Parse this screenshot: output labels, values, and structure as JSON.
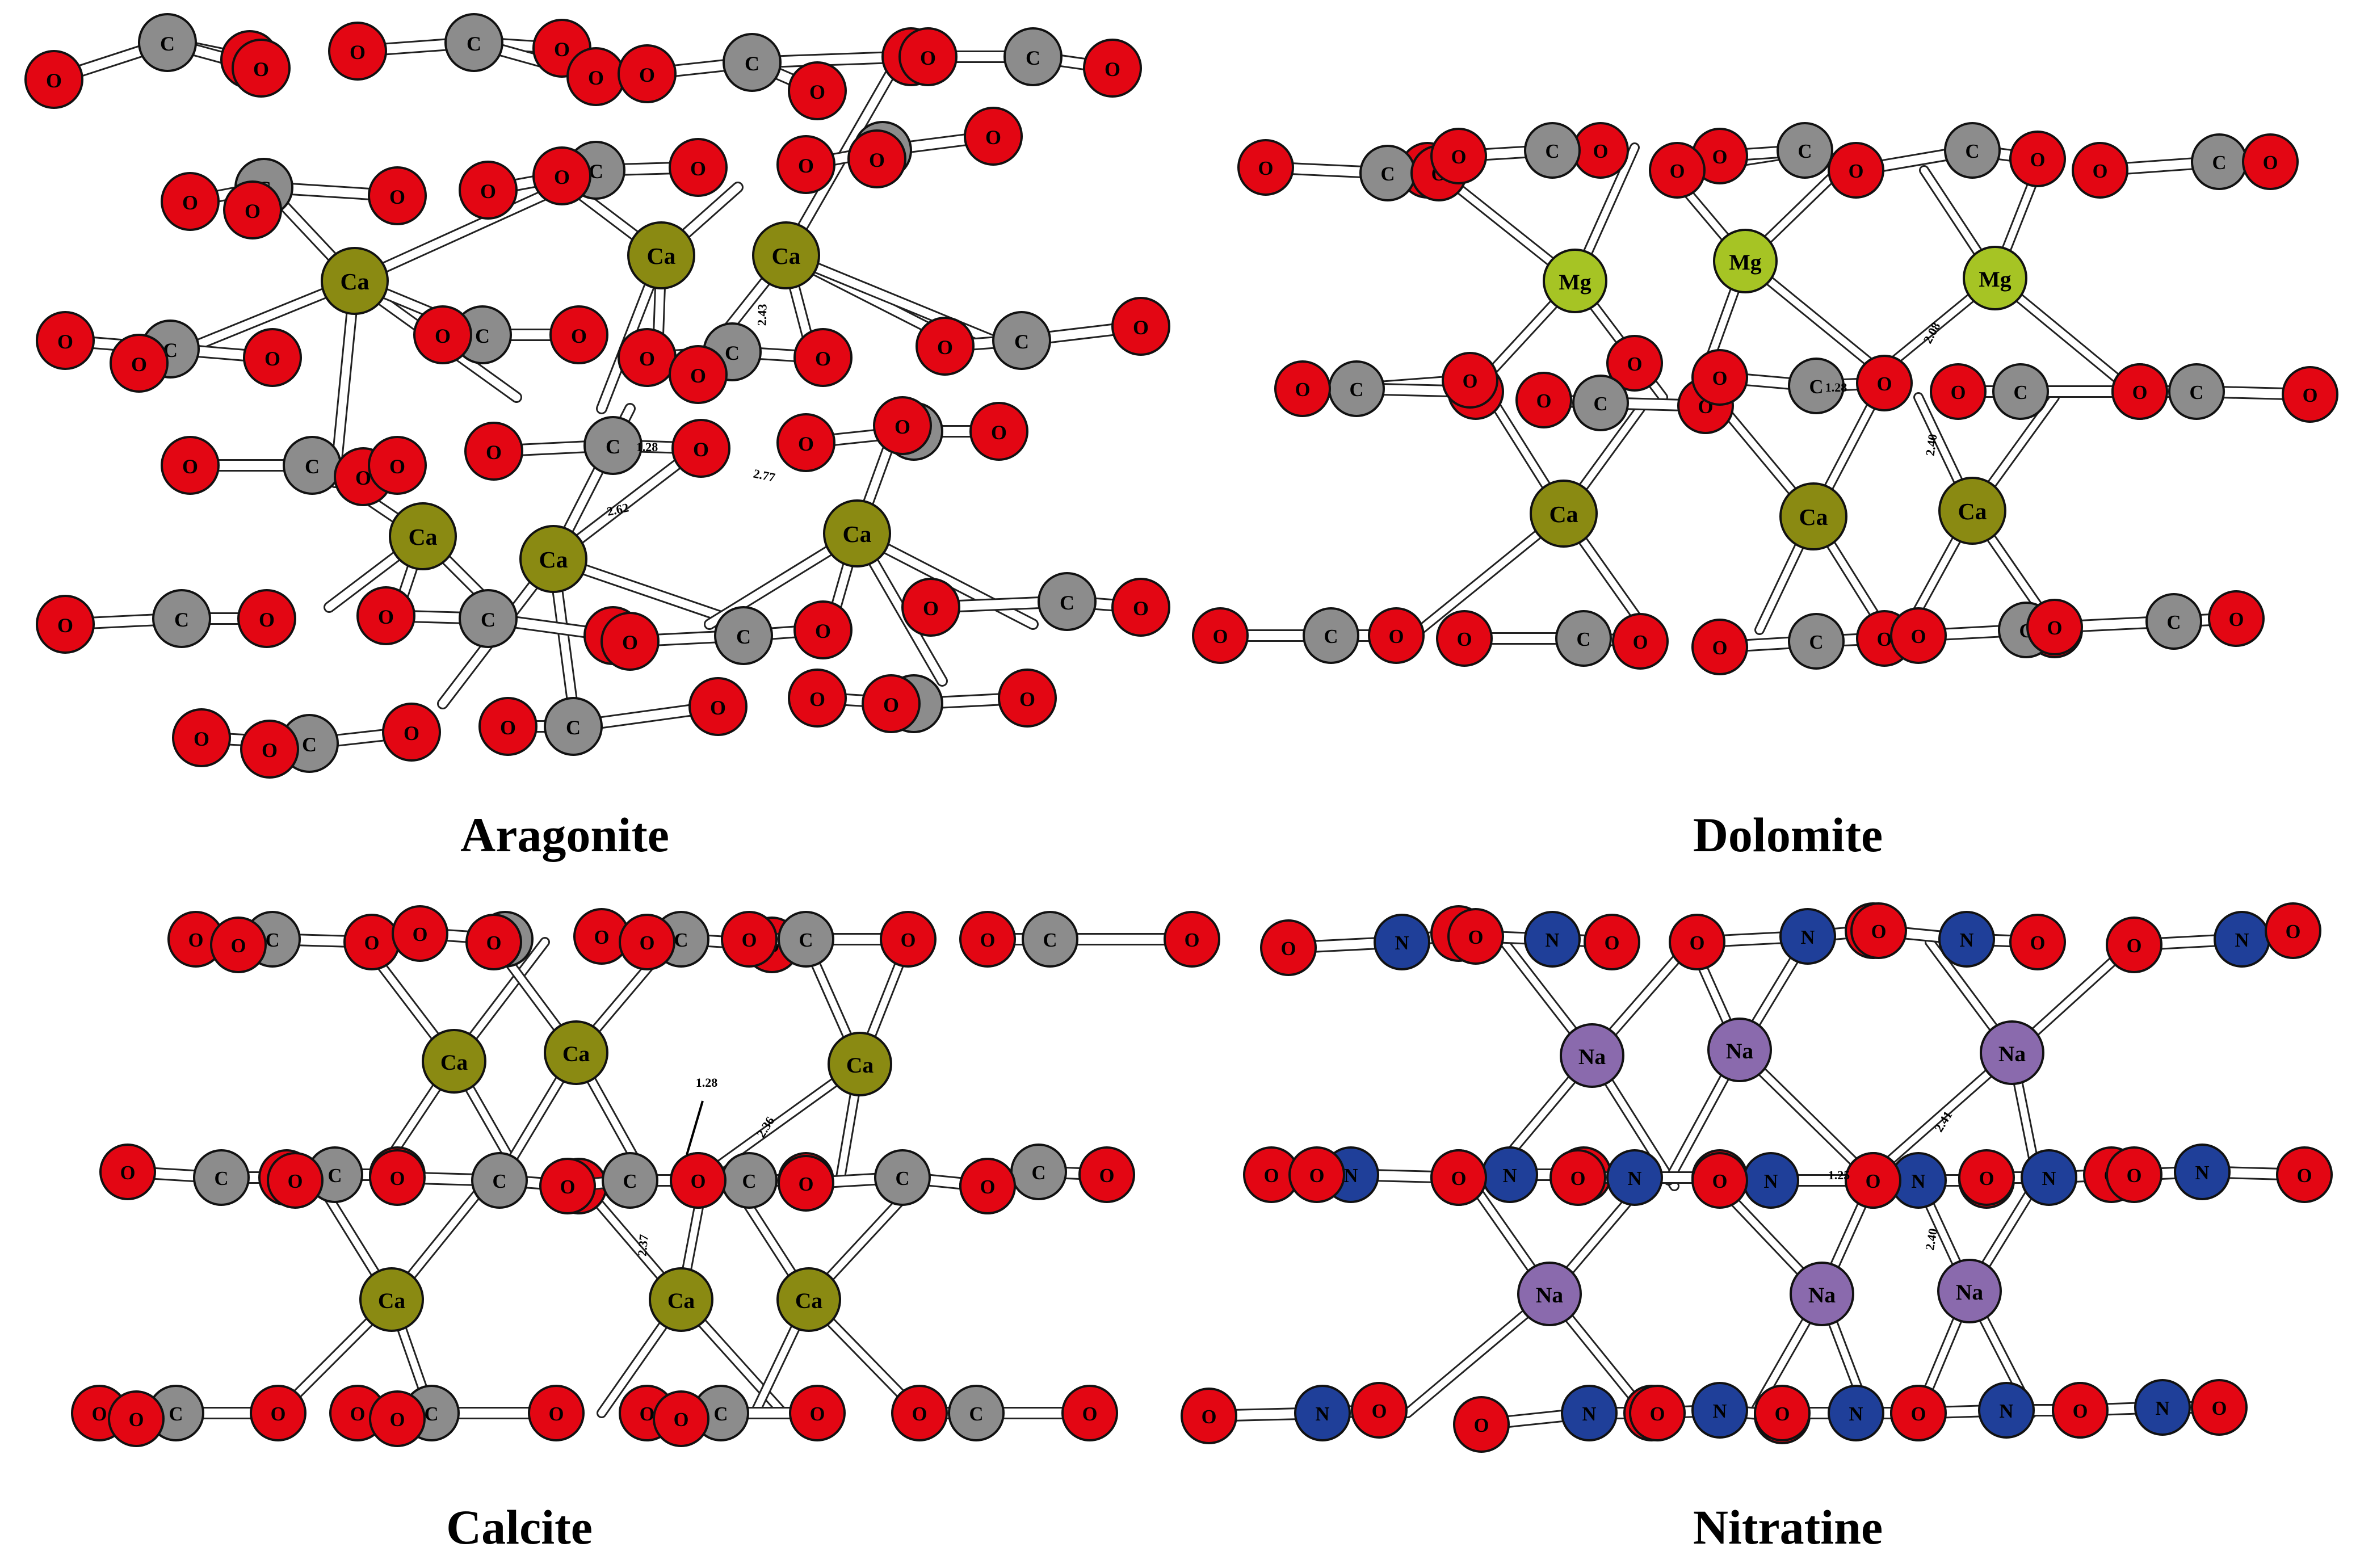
{
  "panels": [
    {
      "title": "Aragonite",
      "cation": "Ca",
      "anion_center": "C",
      "distances": [
        "1.28",
        "2.62",
        "2.77",
        "2.43"
      ]
    },
    {
      "title": "Dolomite",
      "cation": "Mg",
      "cation2": "Ca",
      "anion_center": "C",
      "distances": [
        "1.28",
        "2.08",
        "2.40"
      ]
    },
    {
      "title": "Calcite",
      "cation": "Ca",
      "anion_center": "C",
      "distances": [
        "1.28",
        "2.36",
        "2.37"
      ]
    },
    {
      "title": "Nitratine",
      "cation": "Na",
      "anion_center": "N",
      "distances": [
        "1.25",
        "2.41",
        "2.40"
      ]
    }
  ],
  "element_colors": {
    "O": "#e30613",
    "C": "#8c8c8c",
    "Ca": "#8a8a12",
    "Mg": "#a6c424",
    "Na": "#8a6aad",
    "N": "#1f3f99"
  },
  "element_labels": {
    "O": "O",
    "C": "C",
    "Ca": "Ca",
    "Mg": "Mg",
    "Na": "Na",
    "N": "N"
  }
}
